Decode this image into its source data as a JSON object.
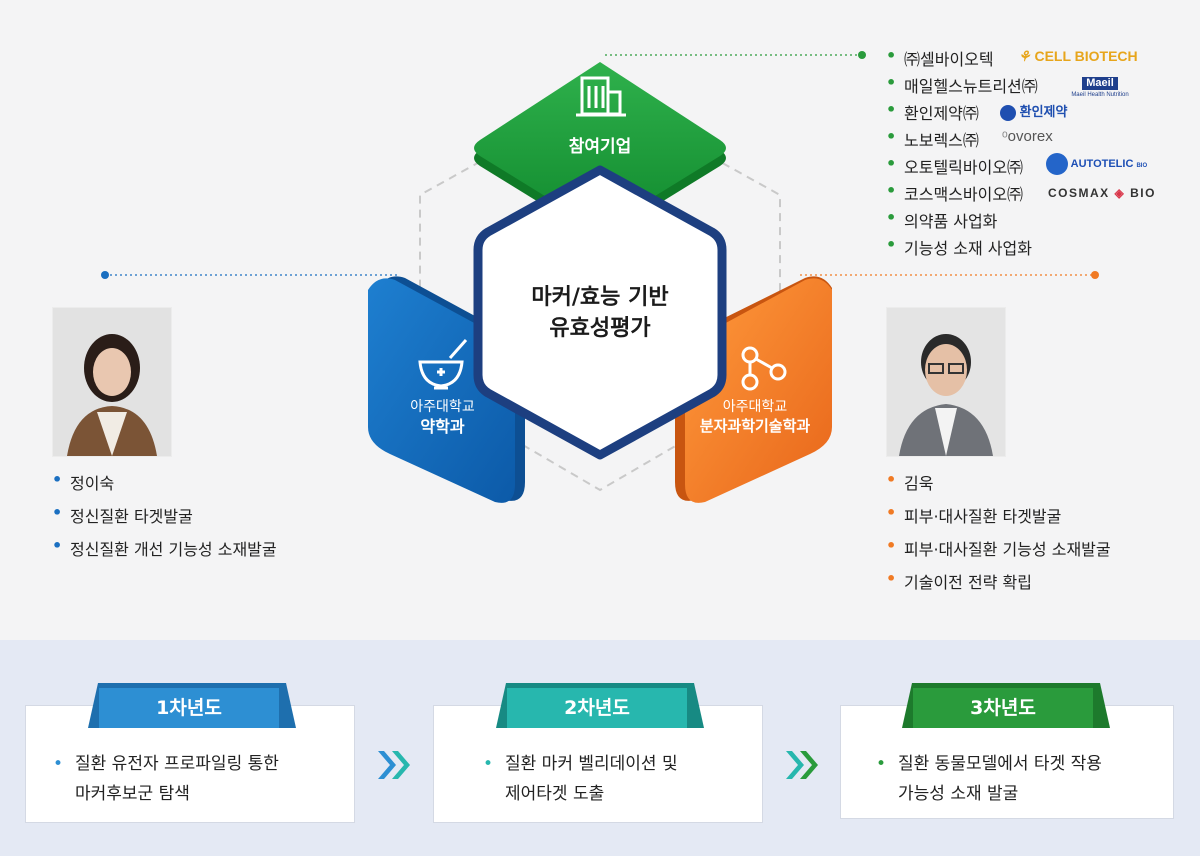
{
  "center": {
    "line1": "마커/효능 기반",
    "line2": "유효성평가"
  },
  "top_hex": {
    "label": "참여기업",
    "icon": "building-icon",
    "color": "#1a9a3a"
  },
  "left_hex": {
    "line1": "아주대학교",
    "line2": "약학과",
    "icon": "mortar-pestle-icon",
    "color": "#1265b8"
  },
  "right_hex": {
    "line1": "아주대학교",
    "line2": "분자과학기술학과",
    "icon": "molecule-icon",
    "color": "#f07a24"
  },
  "companies": [
    {
      "name": "㈜셀바이오텍",
      "logo": "CELL BIOTECH"
    },
    {
      "name": "매일헬스뉴트리션㈜",
      "logo": "Maeil",
      "logo_sub": "Maeil Health Nutrition"
    },
    {
      "name": "환인제약㈜",
      "logo": "환인제약"
    },
    {
      "name": "노보렉스㈜",
      "logo": "ovorex"
    },
    {
      "name": "오토텔릭바이오㈜",
      "logo": "AUTOTELIC",
      "logo_sub": "BIO"
    },
    {
      "name": "코스맥스바이오㈜",
      "logo": "COSMAX",
      "logo_sub": "BIO"
    },
    {
      "name": "의약품 사업화"
    },
    {
      "name": "기능성 소재 사업화"
    }
  ],
  "left_person": {
    "items": [
      "정이숙",
      "정신질환 타겟발굴",
      "정신질환 개선 기능성 소재발굴"
    ]
  },
  "right_person": {
    "items": [
      "김욱",
      "피부·대사질환 타겟발굴",
      "피부·대사질환 기능성 소재발굴",
      "기술이전 전략 확립"
    ]
  },
  "years": [
    {
      "label": "1차년도",
      "color": "#2d8fd3",
      "lines": [
        "질환 유전자 프로파일링 통한",
        "마커후보군 탐색"
      ]
    },
    {
      "label": "2차년도",
      "color": "#27b7ae",
      "lines": [
        "질환 마커 벨리데이션 및",
        "제어타겟 도출"
      ]
    },
    {
      "label": "3차년도",
      "color": "#2a9b3c",
      "lines": [
        "질환 동물모델에서 타겟 작용",
        "가능성 소재 발굴"
      ]
    }
  ],
  "colors": {
    "blue": "#1a6fc1",
    "green": "#2a9b3c",
    "orange": "#f07a24",
    "navy": "#1d3f80"
  }
}
